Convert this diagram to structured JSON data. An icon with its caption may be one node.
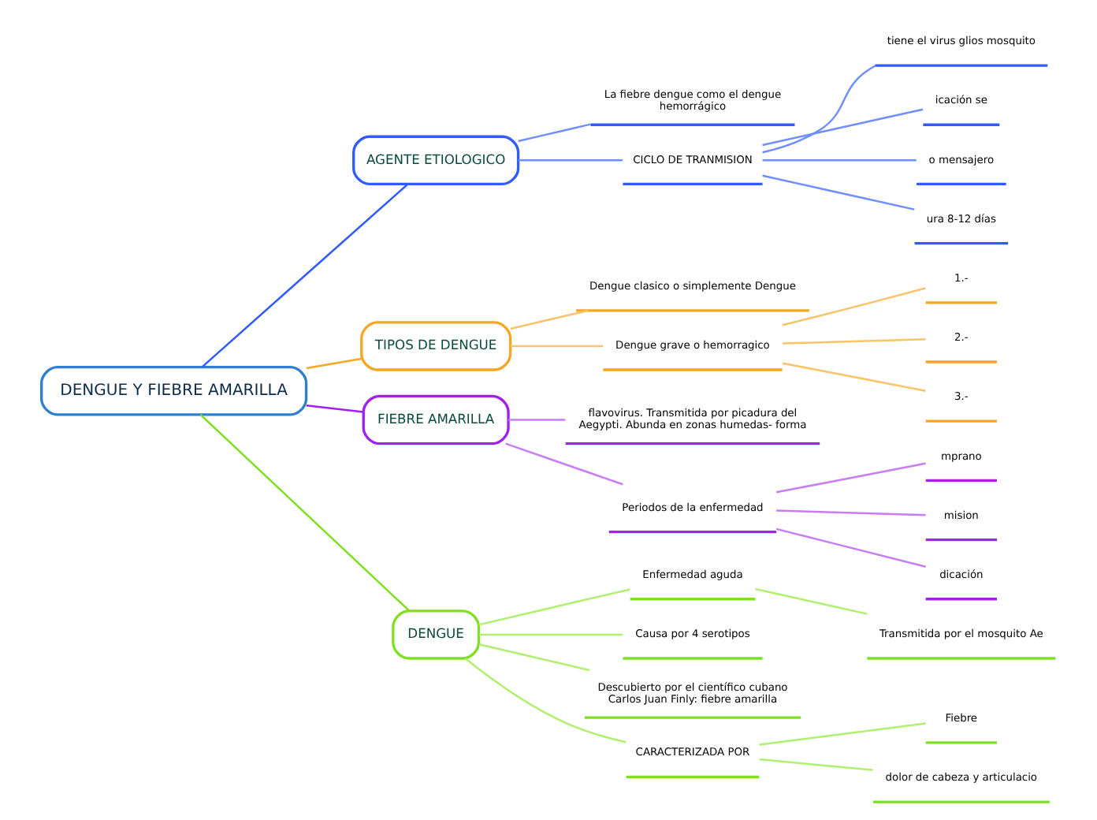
{
  "diagram": {
    "nodes": [
      {
        "text": [
          "DENGUE Y FIEBRE AMARILLA"
        ]
      },
      {
        "text": [
          "AGENTE ETIOLOGICO"
        ]
      },
      {
        "text": [
          "La fiebre dengue como el dengue hemorrágico"
        ]
      },
      {
        "text": [
          "CICLO DE TRANMISION"
        ]
      },
      {
        "text": [
          "tiene el virus glios mosquito"
        ]
      },
      {
        "text": [
          "icación se"
        ]
      },
      {
        "text": [
          "o mensajero"
        ]
      },
      {
        "text": [
          "ura 8-12 días"
        ]
      },
      {
        "text": [
          "TIPOS DE DENGUE"
        ]
      },
      {
        "text": [
          "Dengue clasico o simplemente Dengue"
        ]
      },
      {
        "text": [
          "Dengue grave o hemorragico"
        ]
      },
      {
        "text": [
          "1.-"
        ]
      },
      {
        "text": [
          "2.-"
        ]
      },
      {
        "text": [
          "3.-"
        ]
      },
      {
        "text": [
          "FIEBRE AMARILLA"
        ]
      },
      {
        "text": [
          "flavovirus. Transmitida por picadura del Aegypti. Abunda en zonas humedas- forma"
        ]
      },
      {
        "text": [
          "Periodos de la enfermedad"
        ]
      },
      {
        "text": [
          "mprano"
        ]
      },
      {
        "text": [
          "mision"
        ]
      },
      {
        "text": [
          "dicación"
        ]
      },
      {
        "text": [
          "DENGUE"
        ]
      },
      {
        "text": [
          "Enfermedad aguda"
        ]
      },
      {
        "text": [
          "Transmitida por el mosquito Ae"
        ]
      },
      {
        "text": [
          "Causa por 4 serotipos"
        ]
      },
      {
        "text": [
          "Descubierto por el científico cubano Carlos Juan Finly: fiebre amarilla"
        ]
      },
      {
        "text": [
          "CARACTERIZADA POR"
        ]
      },
      {
        "text": [
          "Fiebre"
        ]
      },
      {
        "text": [
          "dolor de cabeza y articulacio"
        ]
      }
    ],
    "edges": [
      {
        "from": 0,
        "to": 1,
        "arrow": "none",
        "color": "#2f5bff"
      },
      {
        "from": 1,
        "to": 2,
        "arrow": "none",
        "color": "#6f8fff"
      },
      {
        "from": 1,
        "to": 3,
        "arrow": "none",
        "color": "#6f8fff"
      },
      {
        "from": 3,
        "to": 4,
        "arrow": "none",
        "color": "#6f8fff"
      },
      {
        "from": 3,
        "to": 5,
        "arrow": "none",
        "color": "#6f8fff"
      },
      {
        "from": 3,
        "to": 6,
        "arrow": "none",
        "color": "#6f8fff"
      },
      {
        "from": 3,
        "to": 7,
        "arrow": "none",
        "color": "#6f8fff"
      },
      {
        "from": 0,
        "to": 8,
        "arrow": "none",
        "color": "#f5a623"
      },
      {
        "from": 8,
        "to": 9,
        "arrow": "none",
        "color": "#f9c36a"
      },
      {
        "from": 8,
        "to": 10,
        "arrow": "none",
        "color": "#f9c36a"
      },
      {
        "from": 10,
        "to": 11,
        "arrow": "none",
        "color": "#f9c36a"
      },
      {
        "from": 10,
        "to": 12,
        "arrow": "none",
        "color": "#f9c36a"
      },
      {
        "from": 10,
        "to": 13,
        "arrow": "none",
        "color": "#f9c36a"
      },
      {
        "from": 0,
        "to": 14,
        "arrow": "none",
        "color": "#a020f0"
      },
      {
        "from": 14,
        "to": 15,
        "arrow": "none",
        "color": "#c77df5"
      },
      {
        "from": 14,
        "to": 16,
        "arrow": "none",
        "color": "#c77df5"
      },
      {
        "from": 16,
        "to": 17,
        "arrow": "none",
        "color": "#c77df5"
      },
      {
        "from": 16,
        "to": 18,
        "arrow": "none",
        "color": "#c77df5"
      },
      {
        "from": 16,
        "to": 19,
        "arrow": "none",
        "color": "#c77df5"
      },
      {
        "from": 0,
        "to": 20,
        "arrow": "none",
        "color": "#7ee020"
      },
      {
        "from": 20,
        "to": 21,
        "arrow": "none",
        "color": "#b0f070"
      },
      {
        "from": 21,
        "to": 22,
        "arrow": "none",
        "color": "#b0f070"
      },
      {
        "from": 20,
        "to": 23,
        "arrow": "none",
        "color": "#b0f070"
      },
      {
        "from": 20,
        "to": 24,
        "arrow": "none",
        "color": "#b0f070"
      },
      {
        "from": 20,
        "to": 25,
        "arrow": "none",
        "color": "#b0f070"
      },
      {
        "from": 25,
        "to": 26,
        "arrow": "none",
        "color": "#b0f070"
      },
      {
        "from": 25,
        "to": 27,
        "arrow": "none",
        "color": "#b0f070"
      }
    ]
  }
}
